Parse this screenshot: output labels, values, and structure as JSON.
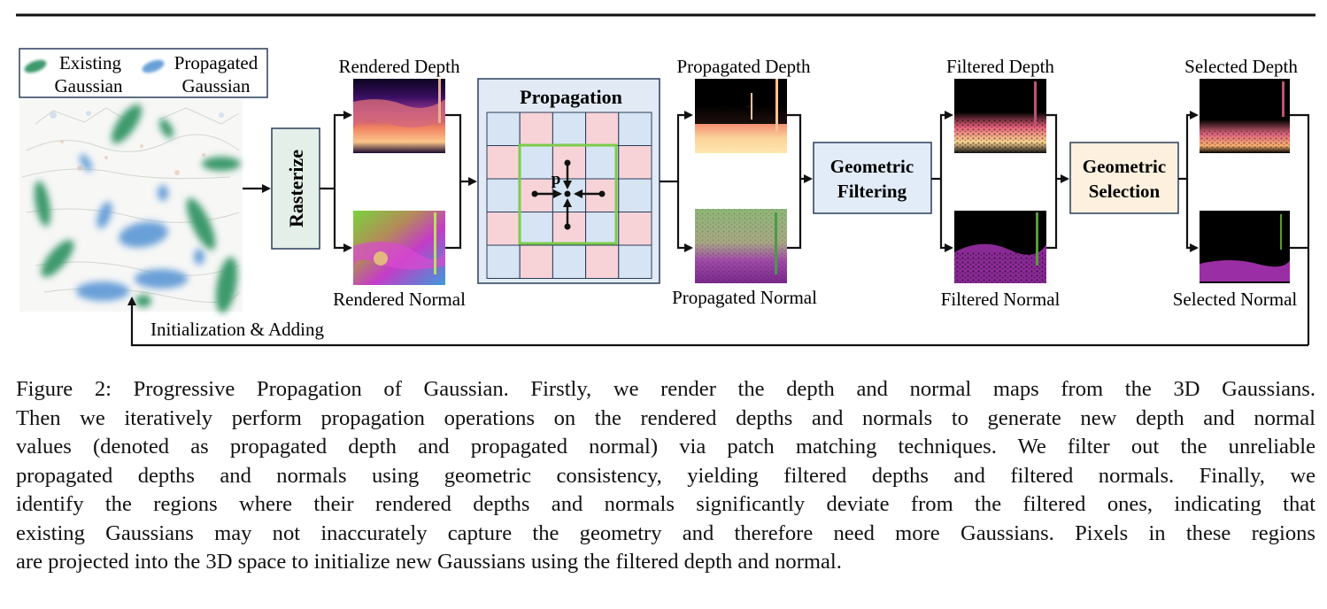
{
  "legend": {
    "existing": [
      "Existing",
      "Gaussian"
    ],
    "propagated": [
      "Propagated",
      "Gaussian"
    ]
  },
  "labels": {
    "rendered_depth": "Rendered Depth",
    "rendered_normal": "Rendered Normal",
    "propagated_depth": "Propagated Depth",
    "propagated_normal": "Propagated Normal",
    "filtered_depth": "Filtered Depth",
    "filtered_normal": "Filtered Normal",
    "selected_depth": "Selected Depth",
    "selected_normal": "Selected Normal",
    "init_adding": "Initialization & Adding"
  },
  "blocks": {
    "rasterize": "Rasterize",
    "propagation": "Propagation",
    "pixel": "p",
    "geo_filter": [
      "Geometric",
      "Filtering"
    ],
    "geo_select": [
      "Geometric",
      "Selection"
    ]
  },
  "colors": {
    "existing_gaussian": "#3e9a6d",
    "propagated_gaussian": "#6aa0d8",
    "rasterize_fill": "#e4efe9",
    "propagation_fill": "#e1eaf5",
    "grid_pink": "#f7d3d8",
    "grid_blue": "#d6e4f3",
    "grid_highlight": "#7ccc4a",
    "filter_fill": "#e2ecf8",
    "select_fill": "#fdf0de"
  },
  "caption": [
    "Figure 2: Progressive Propagation of Gaussian. Firstly, we render the depth and normal maps from the 3D Gaussians.",
    "Then we iteratively perform propagation operations on the rendered depths and normals to generate new depth and normal",
    "values (denoted as propagated depth and propagated normal) via patch matching techniques. We filter out the unreliable",
    "propagated depths and normals using geometric consistency, yielding filtered depths and filtered normals. Finally, we",
    "identify the regions where their rendered depths and normals significantly deviate from the filtered ones, indicating that",
    "existing Gaussians may not inaccurately capture the geometry and therefore need more Gaussians. Pixels in these regions",
    "are projected into the 3D space to initialize new Gaussians using the filtered depth and normal."
  ]
}
